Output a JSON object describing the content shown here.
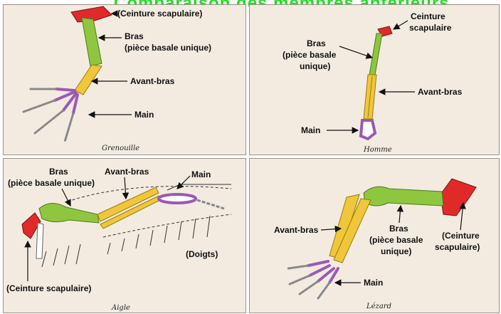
{
  "header": {
    "title": "Comparaison des membres antérieurs",
    "title_color": "#22dd22"
  },
  "colors": {
    "ceinture": "#e02a2a",
    "bras": "#8ec63f",
    "avant_bras": "#f0c63a",
    "main": "#9b59b6",
    "bone": "#ffffff",
    "panel": "#f3ebe0"
  },
  "panels": [
    {
      "animal": "Grenouille",
      "labels": {
        "ceinture": "(Ceinture scapulaire)",
        "bras_1": "Bras",
        "bras_2": "(pièce basale unique)",
        "avant_bras": "Avant-bras",
        "main": "Main"
      }
    },
    {
      "animal": "Homme",
      "labels": {
        "ceinture_1": "Ceinture",
        "ceinture_2": "scapulaire",
        "bras_1": "Bras",
        "bras_2": "(pièce basale",
        "bras_3": "unique)",
        "avant_bras": "Avant-bras",
        "main": "Main"
      }
    },
    {
      "animal": "Aigle",
      "labels": {
        "bras_1": "Bras",
        "bras_2": "(pièce basale unique)",
        "avant_bras": "Avant-bras",
        "main": "Main",
        "doigts": "(Doigts)",
        "ceinture": "(Ceinture scapulaire)"
      }
    },
    {
      "animal": "Lézard",
      "labels": {
        "avant_bras": "Avant-bras",
        "bras_1": "Bras",
        "bras_2": "(pièce basale",
        "bras_3": "unique)",
        "ceinture_1": "(Ceinture",
        "ceinture_2": "scapulaire)",
        "main": "Main"
      }
    }
  ]
}
